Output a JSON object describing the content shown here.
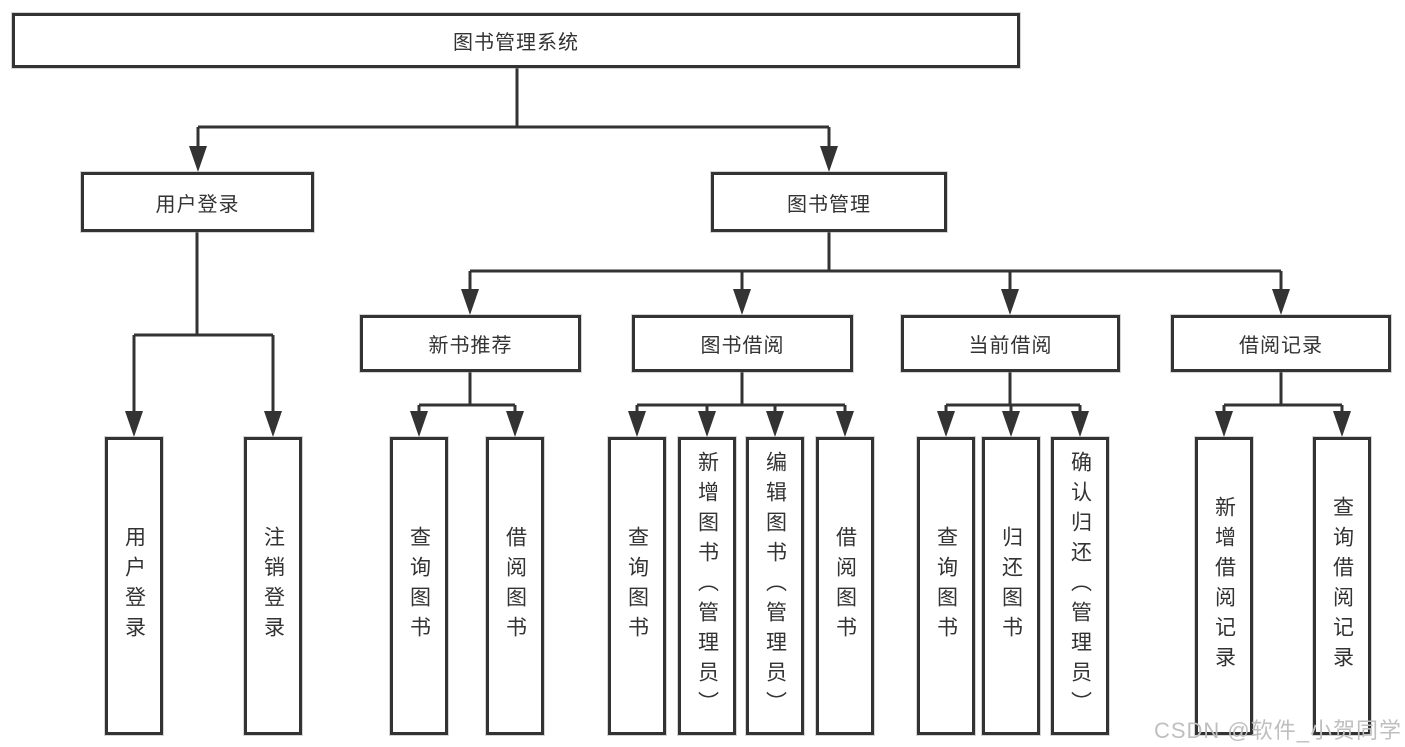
{
  "diagram": {
    "root": {
      "label": "图书管理系统"
    },
    "level2": {
      "user_login": {
        "label": "用户登录",
        "children": [
          "用户登录",
          "注销登录"
        ]
      },
      "book_management": {
        "label": "图书管理"
      }
    },
    "level3": {
      "new_book_recommend": {
        "label": "新书推荐",
        "children": [
          "查询图书",
          "借阅图书"
        ]
      },
      "book_borrowing": {
        "label": "图书借阅",
        "children": [
          "查询图书",
          "新增图书（管理员）",
          "编辑图书（管理员）",
          "借阅图书"
        ]
      },
      "current_borrowing": {
        "label": "当前借阅",
        "children": [
          "查询图书",
          "归还图书",
          "确认归还（管理员）"
        ]
      },
      "borrowing_records": {
        "label": "借阅记录",
        "children": [
          "新增借阅记录",
          "查询借阅记录"
        ]
      }
    }
  },
  "watermark": {
    "text": "CSDN @软件_小贺同学"
  },
  "colors": {
    "line": "#333333",
    "text": "#333333",
    "box_background": "#ffffff",
    "page_background": "#ffffff",
    "watermark": "#bfbfbf"
  }
}
